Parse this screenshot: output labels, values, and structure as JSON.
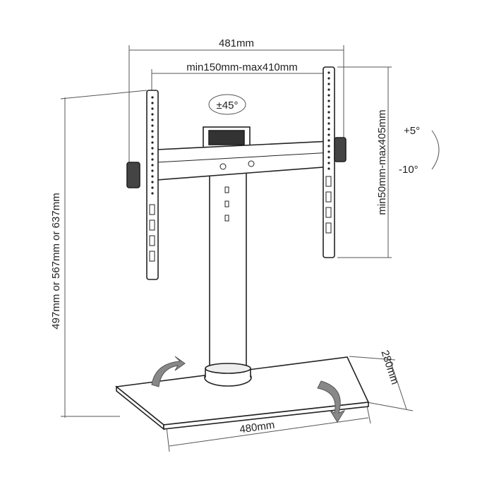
{
  "diagram": {
    "labels": {
      "overall_width": "481mm",
      "vesa_width": "min150mm-max410mm",
      "swivel": "±45°",
      "vesa_height": "min50mm-max405mm",
      "tilt_up": "+5°",
      "tilt_down": "-10°",
      "height_options": "497mm or 567mm or 637mm",
      "base_depth": "280mm",
      "base_width": "480mm"
    }
  }
}
